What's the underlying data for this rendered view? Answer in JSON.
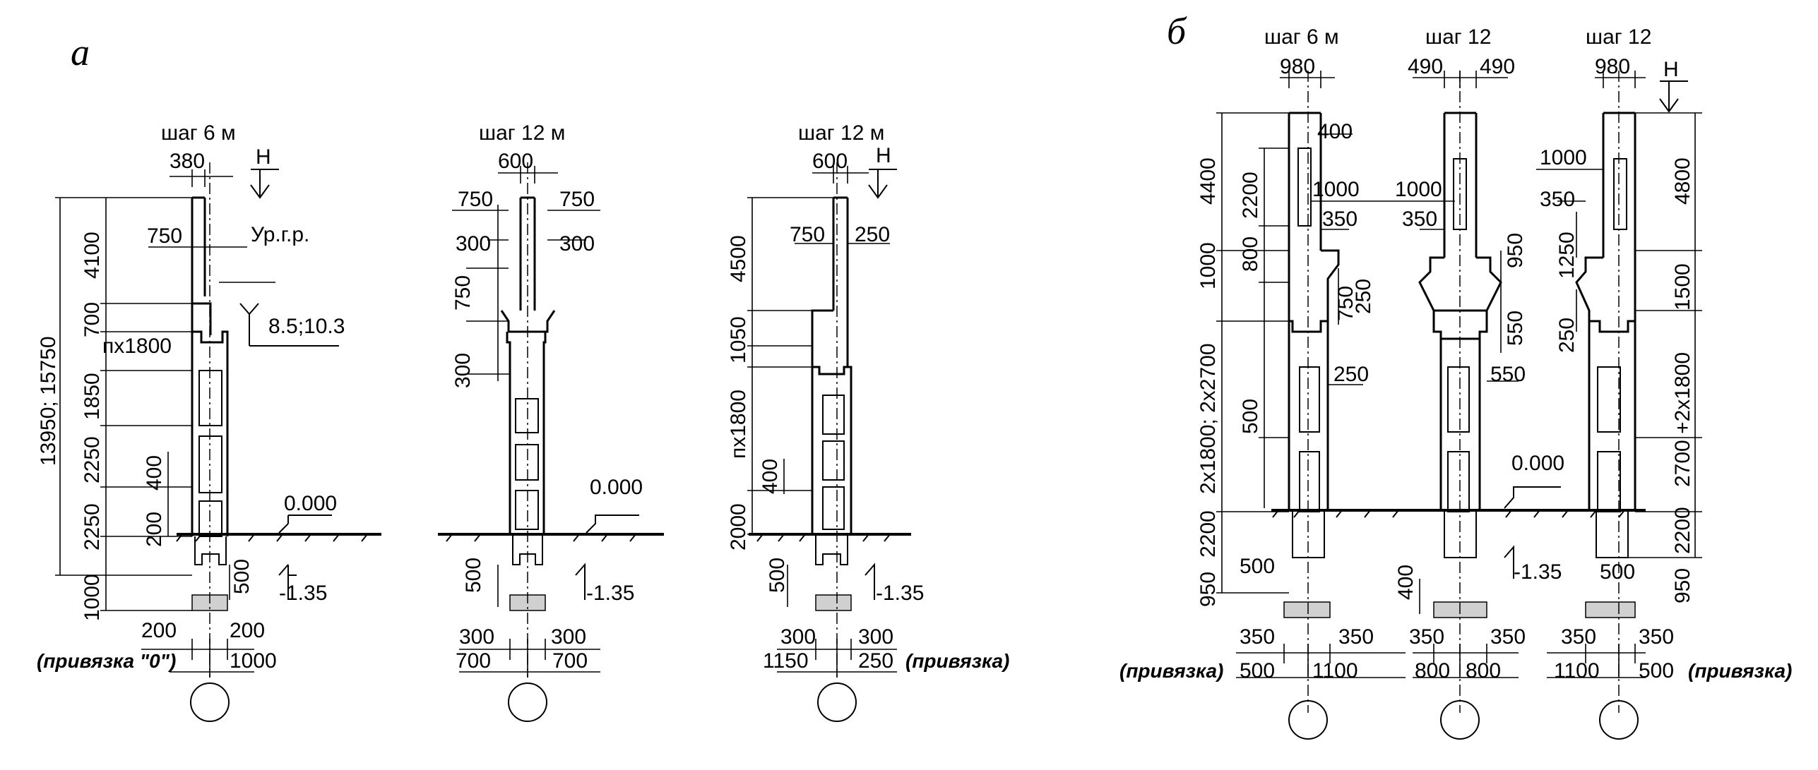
{
  "labels": {
    "panel_a": "а",
    "panel_b": "б"
  },
  "panel_a": {
    "col1": {
      "step": "шаг 6 м",
      "w_top": "380",
      "mark_h": "H",
      "gwl": "Ур.г.р.",
      "d_750": "750",
      "d_4100": "4100",
      "d_700": "700",
      "n1800": "пх1800",
      "d_1850": "1850",
      "d_2250a": "2250",
      "d_2250b": "2250",
      "d_400": "400",
      "d_200": "200",
      "d_1000": "1000",
      "d_500": "500",
      "elev_top": "8.5;10.3",
      "elev_0": "0.000",
      "elev_b": "-1.35",
      "total": "13950; 15750",
      "b_200a": "200",
      "b_200b": "200",
      "b_1000": "1000",
      "binding": "(привязка \"0\")"
    },
    "col2": {
      "step": "шаг 12 м",
      "w_top": "600",
      "d_750a": "750",
      "d_750b": "750",
      "d_300a": "300",
      "d_300b": "300",
      "d_750v": "750",
      "d_300v": "300",
      "elev_0": "0.000",
      "elev_b": "-1.35",
      "d_500": "500",
      "b_300a": "300",
      "b_300b": "300",
      "b_700a": "700",
      "b_700b": "700"
    },
    "col3": {
      "step": "шаг 12 м",
      "w_top": "600",
      "mark_h": "H",
      "d_750": "750",
      "d_250": "250",
      "d_4500": "4500",
      "d_1050": "1050",
      "n1800": "пх1800",
      "d_400": "400",
      "d_2000": "2000",
      "d_500": "500",
      "elev_b": "-1.35",
      "b_300a": "300",
      "b_300b": "300",
      "b_1150": "1150",
      "b_250": "250",
      "binding": "(привязка)"
    }
  },
  "panel_b": {
    "col1": {
      "step": "шаг 6 м",
      "w_top": "980",
      "d_400": "400",
      "d_1000": "1000",
      "d_350": "350",
      "d_4400": "4400",
      "d_2200a": "2200",
      "d_800": "800",
      "d_1000v": "1000",
      "d_750": "750",
      "d_250a": "250",
      "d_250b": "250",
      "d_500": "500",
      "d_rows": "2х1800; 2х2700",
      "d_2200b": "2200",
      "d_950": "950",
      "b_500": "500",
      "b_350a": "350",
      "b_350b": "350",
      "b_500b": "500",
      "b_1100": "1100",
      "binding": "(привязка)"
    },
    "col2": {
      "step": "шаг 12",
      "w_l": "490",
      "w_r": "490",
      "d_1000": "1000",
      "d_350": "350",
      "d_950": "950",
      "d_550a": "550",
      "d_550b": "550",
      "elev_0": "0.000",
      "elev_b": "-1.35",
      "d_400": "400",
      "b_350a": "350",
      "b_350b": "350",
      "b_800a": "800",
      "b_800b": "800"
    },
    "col3": {
      "step": "шаг 12",
      "w_top": "980",
      "mark_h": "H",
      "d_1000": "1000",
      "d_350": "350",
      "d_1250": "1250",
      "d_250": "250",
      "d_4800": "4800",
      "d_1500": "1500",
      "d_rows": "2700 +2х1800",
      "d_2200": "2200",
      "d_950": "950",
      "b_500": "500",
      "b_350a": "350",
      "b_350b": "350",
      "b_1100": "1100",
      "b_500b": "500",
      "binding": "(привязка)"
    }
  }
}
